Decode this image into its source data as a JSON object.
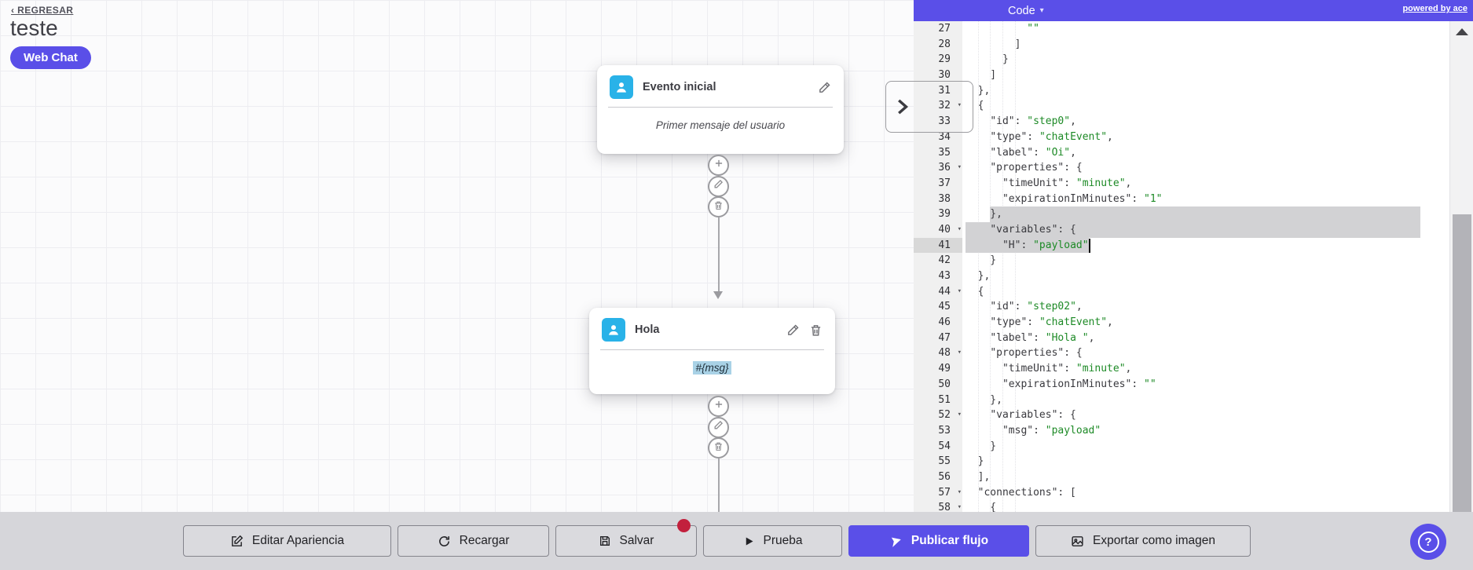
{
  "canvas": {
    "back_link": "‹ REGRESAR",
    "title": "teste",
    "badge": "Web Chat",
    "nodes": [
      {
        "title": "Evento inicial",
        "body": "Primer mensaje del usuario"
      },
      {
        "title": "Hola",
        "body": "#{msg}"
      }
    ]
  },
  "editor": {
    "header": {
      "title": "Code",
      "caret": "▾",
      "powered": "powered by ace"
    },
    "first_line": 27,
    "lines": [
      "          \"\"",
      "        ]",
      "      }",
      "    ]",
      "  },",
      "  {",
      "    \"id\": \"step0\",",
      "    \"type\": \"chatEvent\",",
      "    \"label\": \"Oi\",",
      "    \"properties\": {",
      "      \"timeUnit\": \"minute\",",
      "      \"expirationInMinutes\": \"1\"",
      "    },",
      "    \"variables\": {",
      "      \"H\": \"payload\"",
      "    }",
      "  },",
      "  {",
      "    \"id\": \"step02\",",
      "    \"type\": \"chatEvent\",",
      "    \"label\": \"Hola \",",
      "    \"properties\": {",
      "      \"timeUnit\": \"minute\",",
      "      \"expirationInMinutes\": \"\"",
      "    },",
      "    \"variables\": {",
      "      \"msg\": \"payload\"",
      "    }",
      "  }",
      "  ],",
      "  \"connections\": [",
      "    {"
    ],
    "fold_lines": [
      32,
      36,
      40,
      44,
      48,
      52,
      57,
      58
    ],
    "fold_glyph": "▾",
    "active_line": 41,
    "selection": [
      {
        "line": 39,
        "from_ch": 4,
        "to_edge": true
      },
      {
        "line": 40,
        "from_ch": 0,
        "to_edge": true
      },
      {
        "line": 41,
        "from_ch": 0,
        "to_ch": 20,
        "cursor": true
      }
    ]
  },
  "toolbar": {
    "buttons": [
      {
        "label": "Editar Apariencia"
      },
      {
        "label": "Recargar"
      },
      {
        "label": "Salvar",
        "unsaved": true
      },
      {
        "label": "Prueba"
      },
      {
        "label": "Publicar flujo",
        "variant": "primary"
      },
      {
        "label": "Exportar como imagen"
      }
    ]
  },
  "help": {
    "label": "?"
  },
  "colors": {
    "accent_purple": "#5a4fe8",
    "node_icon_cyan": "#29b2e8",
    "unsaved_red": "#c2203d",
    "string_green": "#1d8a26",
    "selection_gray": "#d2d2d4",
    "msg_highlight": "#a9d2e6"
  }
}
